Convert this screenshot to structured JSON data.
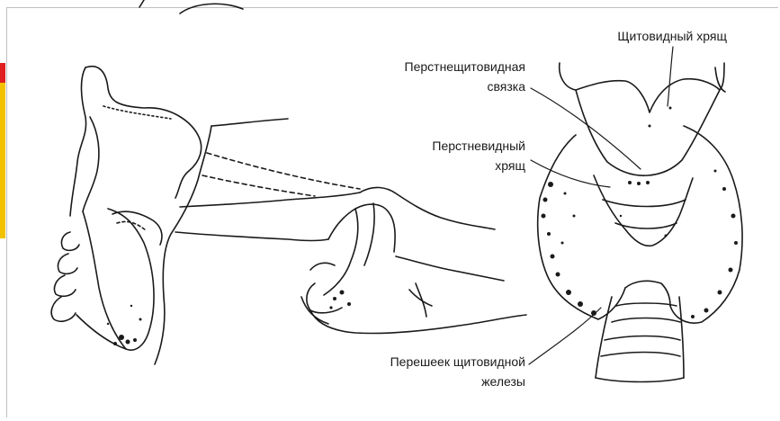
{
  "labels": {
    "thyroid_cartilage": "Щитовидный хрящ",
    "cricothyroid_ligament_line1": "Перстнещитовидная",
    "cricothyroid_ligament_line2": "связка",
    "cricoid_cartilage_line1": "Перстневидный",
    "cricoid_cartilage_line2": "хрящ",
    "isthmus_line1": "Перешеек щитовидной",
    "isthmus_line2": "железы"
  },
  "colors": {
    "side_marker_accent": "#f2c200",
    "side_marker_top": "#e02020",
    "ink": "#1a1a1a"
  }
}
